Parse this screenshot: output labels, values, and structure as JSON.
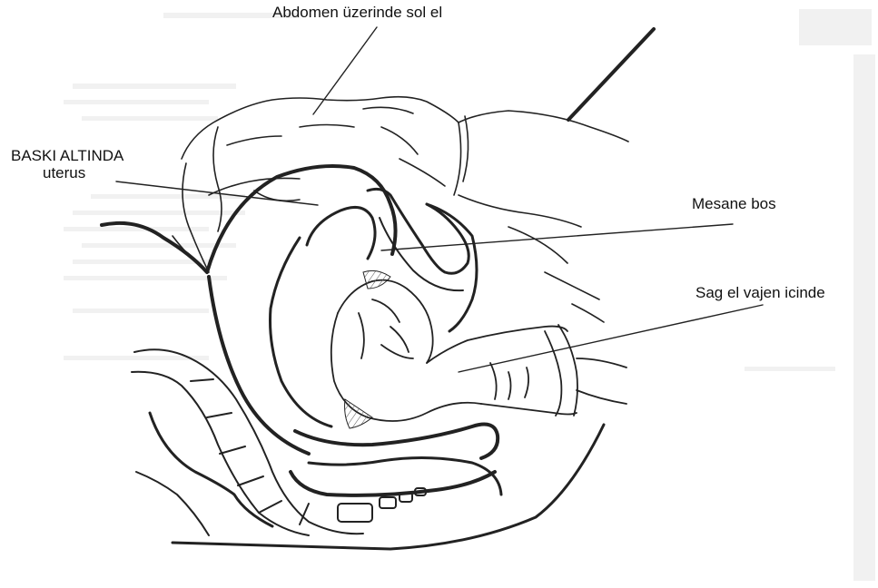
{
  "labels": {
    "abdomen_left_hand": "Abdomen üzerinde sol el",
    "uterus_pressure_line1": "BASKI ALTINDA",
    "uterus_pressure_line2": "uterus",
    "bladder_empty": "Mesane bos",
    "right_hand_in_vagina": "Sag el vajen icinde"
  },
  "colors": {
    "ink": "#222222",
    "background": "#ffffff"
  }
}
